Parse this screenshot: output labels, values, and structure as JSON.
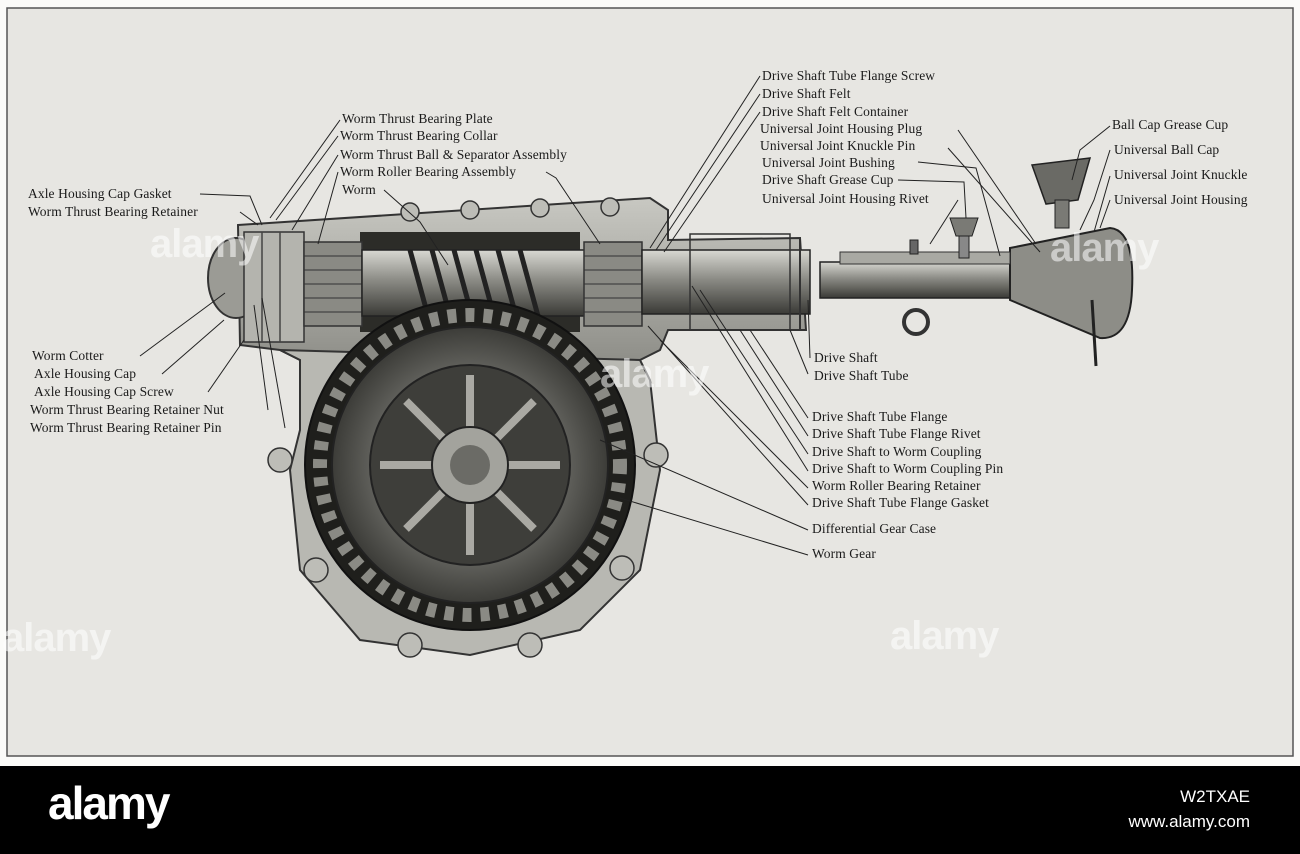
{
  "figure": {
    "labels_left": [
      "Axle Housing Cap Gasket",
      "Worm Thrust Bearing Retainer",
      "Worm Cotter",
      "Axle Housing Cap",
      "Axle Housing Cap Screw",
      "Worm Thrust Bearing Retainer Nut",
      "Worm Thrust Bearing Retainer Pin"
    ],
    "labels_top": [
      "Worm Thrust Bearing Plate",
      "Worm Thrust Bearing Collar",
      "Worm Thrust Ball & Separator Assembly",
      "Worm Roller Bearing Assembly",
      "Worm"
    ],
    "labels_shaft_top": [
      "Drive Shaft Tube Flange Screw",
      "Drive Shaft Felt",
      "Drive Shaft Felt Container",
      "Universal Joint Housing Plug",
      "Universal Joint Knuckle Pin",
      "Universal Joint Bushing",
      "Drive Shaft Grease Cup",
      "Universal Joint Housing Rivet"
    ],
    "labels_right": [
      "Ball Cap Grease Cup",
      "Universal Ball Cap",
      "Universal Joint Knuckle",
      "Universal Joint Housing"
    ],
    "labels_bottom": [
      "Drive Shaft",
      "Drive Shaft Tube",
      "Drive Shaft Tube Flange",
      "Drive Shaft Tube Flange Rivet",
      "Drive Shaft to Worm Coupling",
      "Drive Shaft to Worm Coupling Pin",
      "Worm Roller Bearing Retainer",
      "Drive Shaft Tube Flange Gasket",
      "Differential Gear Case",
      "Worm Gear"
    ]
  },
  "watermark": {
    "text": "alamy"
  },
  "footer": {
    "brand": "alamy",
    "image_id": "W2TXAE",
    "site": "www.alamy.com"
  }
}
